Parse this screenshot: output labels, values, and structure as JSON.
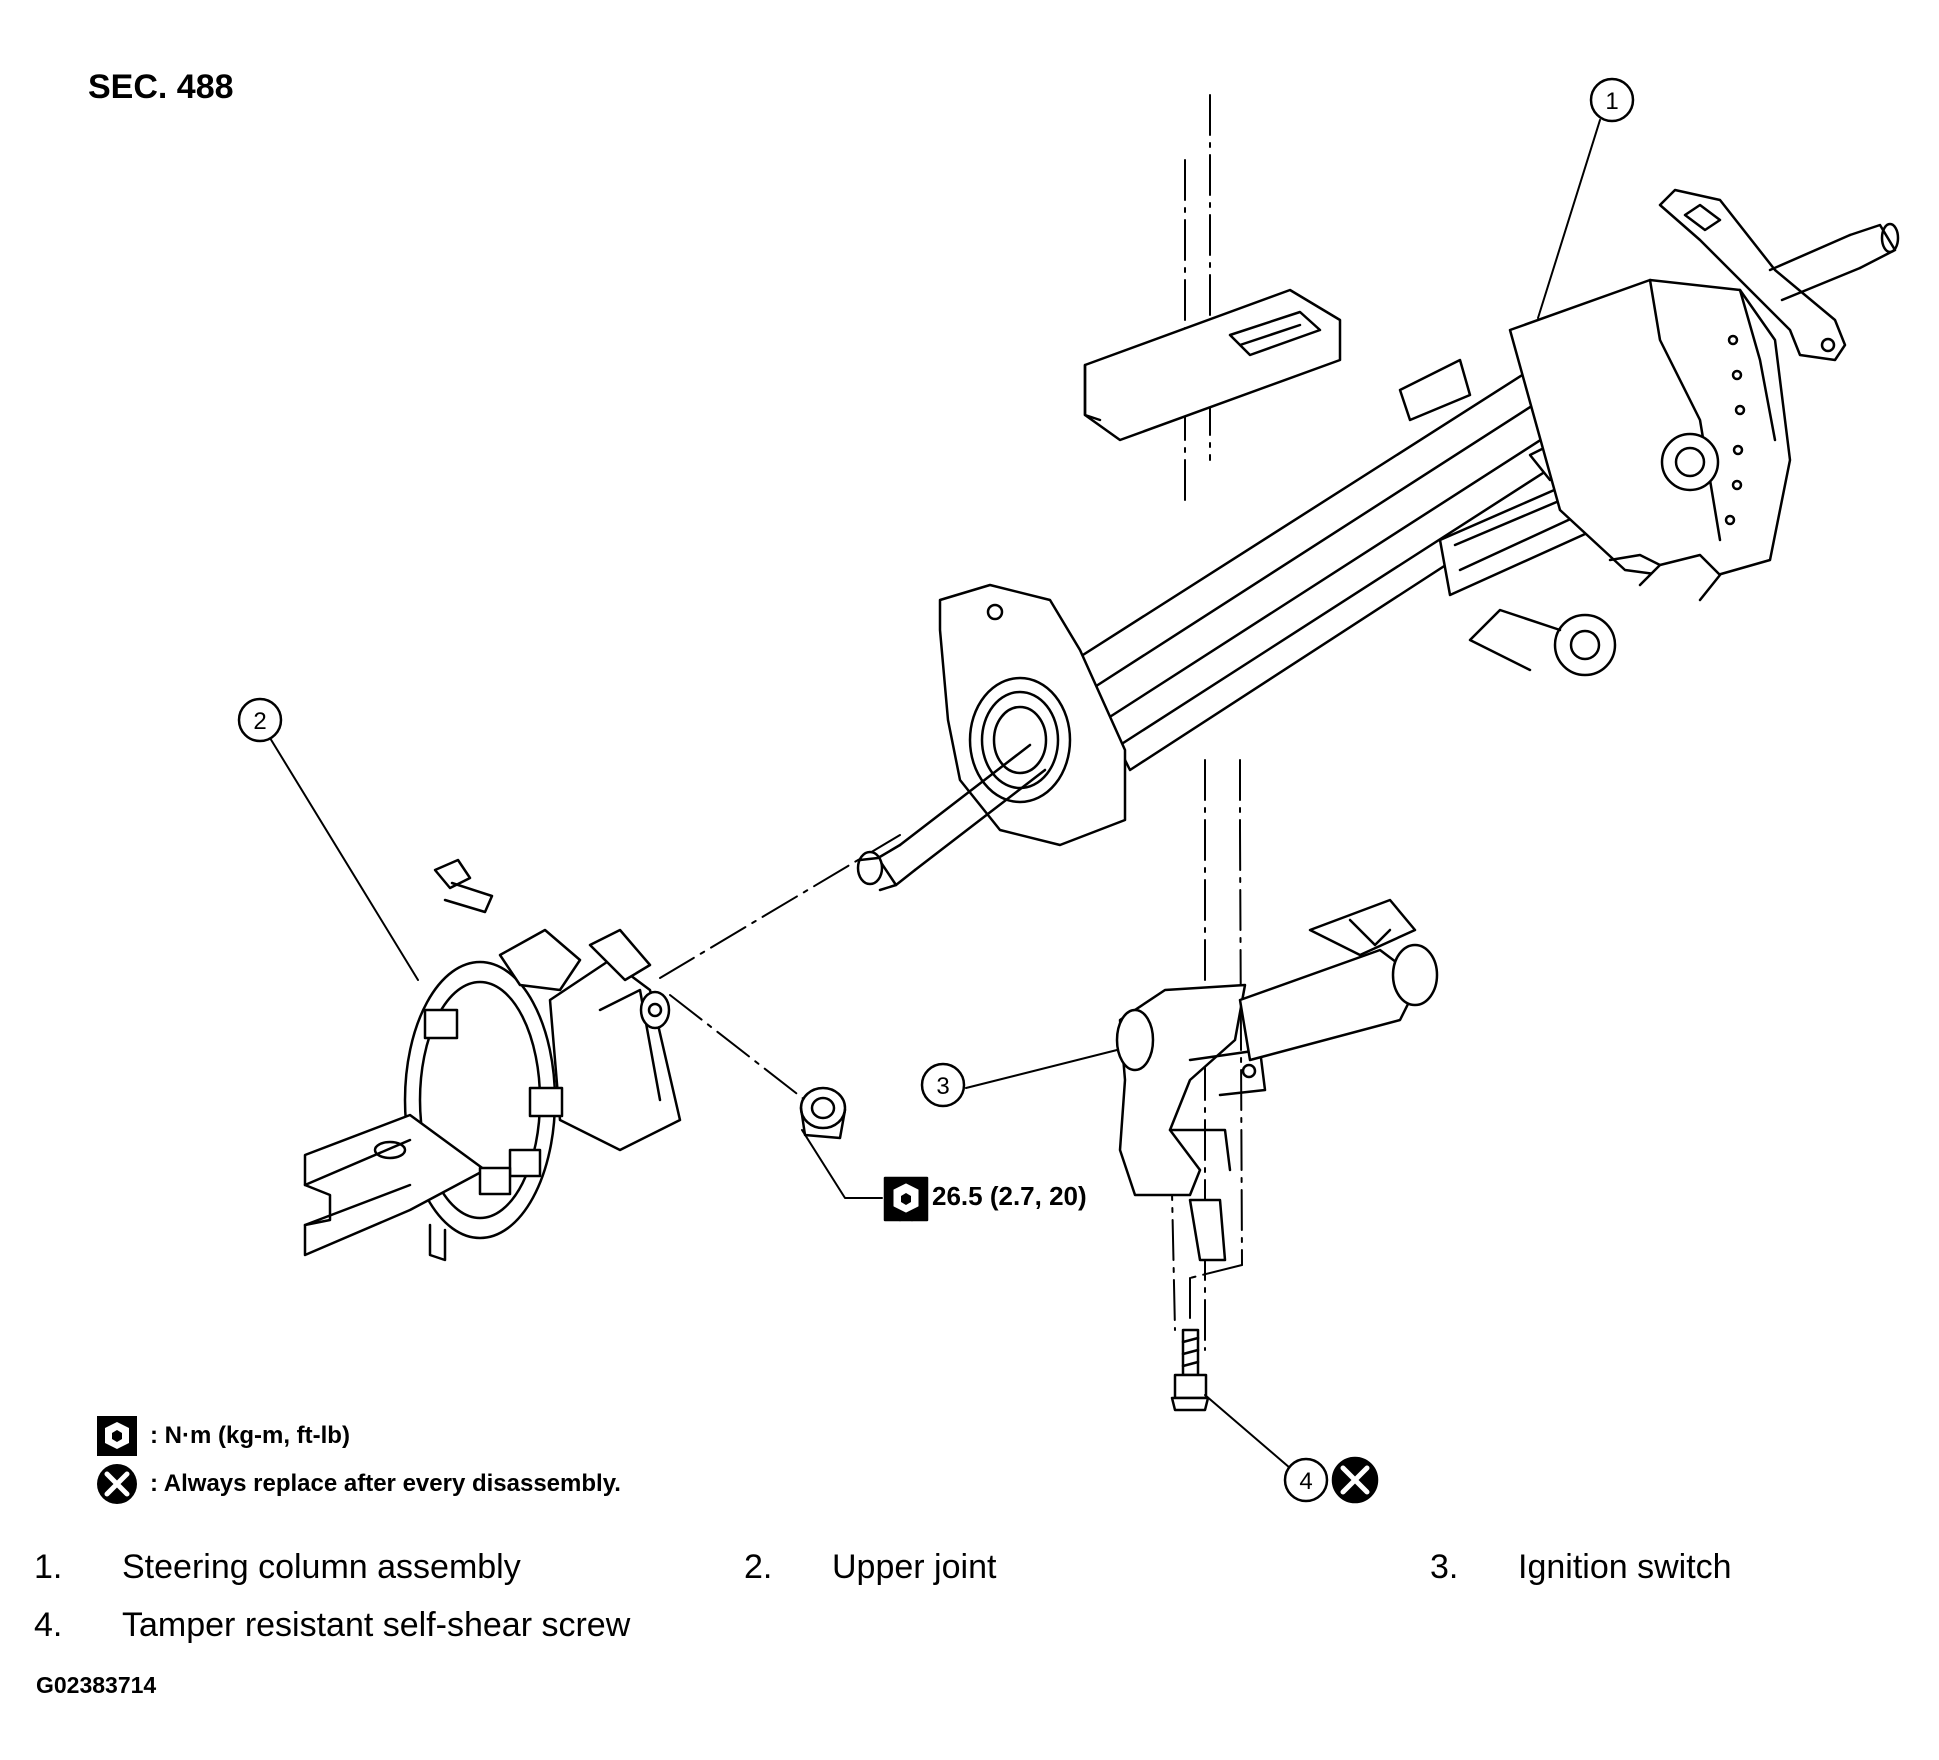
{
  "section": "SEC. 488",
  "callouts": [
    "1",
    "2",
    "3",
    "4"
  ],
  "torque": {
    "value": "26.5 (2.7, 20)"
  },
  "legend": {
    "torque_units": ": N·m (kg-m, ft-lb)",
    "replace_note": ": Always replace after every disassembly."
  },
  "parts": [
    {
      "number": "1.",
      "name": "Steering column assembly"
    },
    {
      "number": "2.",
      "name": "Upper joint"
    },
    {
      "number": "3.",
      "name": "Ignition switch"
    },
    {
      "number": "4.",
      "name": "Tamper resistant self-shear screw"
    }
  ],
  "figure_code": "G02383714",
  "icons": {
    "torque": "torque-wrench-icon",
    "replace": "always-replace-icon"
  }
}
